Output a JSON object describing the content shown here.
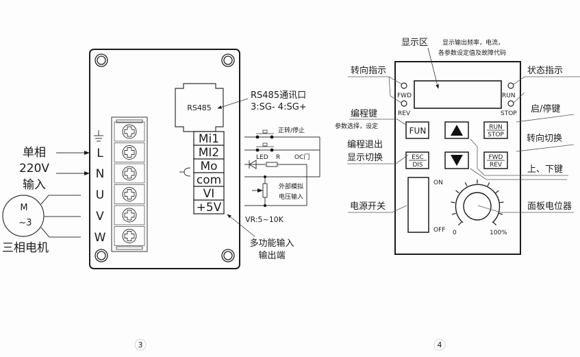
{
  "figure3": {
    "input_label": [
      "单相",
      "220V",
      "输入"
    ],
    "motor_label": "三相电机",
    "motor_symbol": [
      "M",
      "~3"
    ],
    "ground_symbol": "ground-icon",
    "power_terminals": [
      "L",
      "N",
      "U",
      "V",
      "W"
    ],
    "rs485_port": "RS485",
    "rs485_note": [
      "RS485通讯口",
      "3:SG- 4:SG+"
    ],
    "control_terminals": [
      "Mi1",
      "MI2",
      "Mo",
      "com",
      "VI",
      "+5V"
    ],
    "fwd_stop_label": "正转/停止",
    "led_label": "LED",
    "r_label": "R",
    "oc_label": "OC门",
    "analog_label": [
      "外部模拟",
      "电压输入"
    ],
    "vr_label": "VR:5~10K",
    "multi_io_label": [
      "多功能输入",
      "输出端"
    ],
    "figure_number": "3"
  },
  "figure4": {
    "display_area_label": "显示区",
    "display_note": [
      "显示输出频率，电流，",
      "各参数设定值及故障代码"
    ],
    "direction_indicator_label": "转向指示",
    "status_indicator_label": "状态指示",
    "fwd_led": "FWD",
    "rev_led": "REV",
    "run_led": "RUN",
    "stop_led": "STOP",
    "prog_key_label": "编程键",
    "prog_key_note": "参数选择，设定",
    "start_stop_key_label": "启/停键",
    "exit_label": [
      "编程退出",
      "显示切换"
    ],
    "dir_switch_label": "转向切换",
    "updown_label": "上、下键",
    "fun_button": "FUN",
    "up_button": "▲",
    "down_button": "▼",
    "run_stop_button": [
      "RUN",
      "STOP"
    ],
    "esc_dis_button": [
      "ESC",
      "DIS"
    ],
    "fwd_rev_button": [
      "FWD",
      "REV"
    ],
    "power_switch_label": "电源开关",
    "switch_on": "ON",
    "switch_off": "OFF",
    "pot_label": "面板电位器",
    "pot_min": "0",
    "pot_max": "100%",
    "figure_number": "4"
  }
}
